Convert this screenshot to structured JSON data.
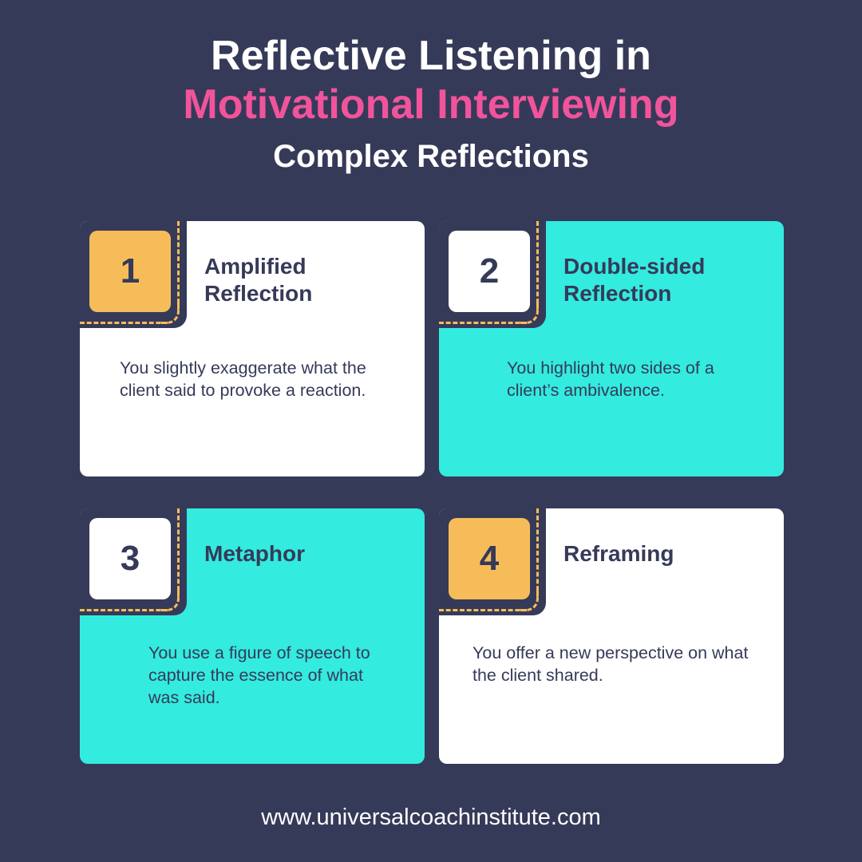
{
  "header": {
    "title_line1": "Reflective Listening in",
    "title_line2": "Motivational Interviewing",
    "subtitle": "Complex Reflections"
  },
  "cards": [
    {
      "number": "1",
      "title": "Amplified Reflection",
      "body": "You slightly exaggerate what the client said to provoke a reaction.",
      "card_color": "#ffffff",
      "badge_color": "#f7bc5a"
    },
    {
      "number": "2",
      "title": "Double-sided Reflection",
      "body": "You highlight two sides of a client’s ambivalence.",
      "card_color": "#33ebdf",
      "badge_color": "#ffffff"
    },
    {
      "number": "3",
      "title": "Metaphor",
      "body": "You use a figure of speech to capture the essence of what was said.",
      "card_color": "#33ebdf",
      "badge_color": "#ffffff"
    },
    {
      "number": "4",
      "title": "Reframing",
      "body": "You offer a new perspective on what the client shared.",
      "card_color": "#ffffff",
      "badge_color": "#f7bc5a"
    }
  ],
  "footer": {
    "url": "www.universalcoachinstitute.com"
  },
  "colors": {
    "background": "#363a59",
    "accent_pink": "#f1549b",
    "teal": "#33ebdf",
    "orange": "#f7bc5a"
  }
}
